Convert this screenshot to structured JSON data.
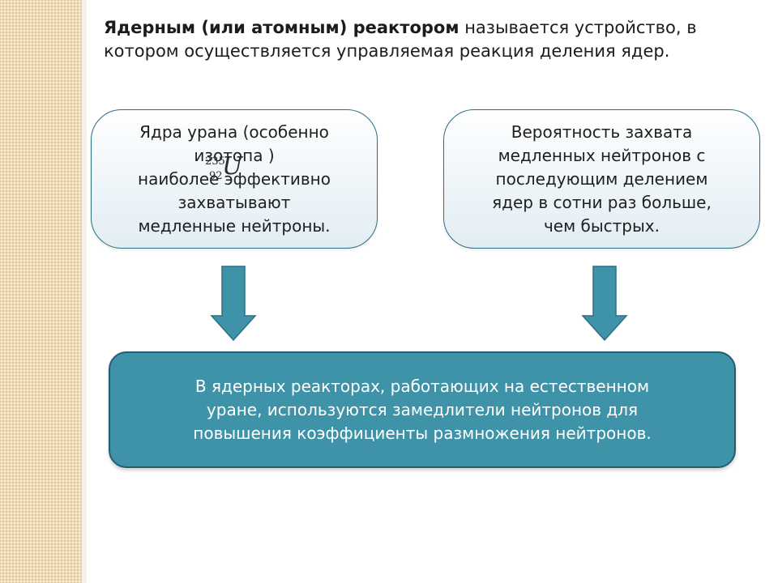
{
  "intro": {
    "bold_term": "Ядерным (или атомным) реактором",
    "rest": " называется устройство, в котором осуществляется управляемая реакция деления ядер."
  },
  "left_card": {
    "text": "Ядра урана (особенно\nизотопа )\nнаиболее эффективно\nзахватывают\nмедленные нейтроны.",
    "isotope": {
      "mass_number": "235",
      "atomic_number": "92",
      "symbol": "U"
    }
  },
  "right_card": {
    "text": "Вероятность захвата\nмедленных нейтронов с\nпоследующим делением\nядер в сотни раз больше,\nчем быстрых."
  },
  "banner": {
    "text": "В ядерных реакторах, работающих на естественном\nуране, используются замедлители нейтронов для\nповышения коэффициенты размножения нейтронов."
  },
  "colors": {
    "accent": "#3f93a8",
    "card_border": "#2a6f84",
    "side_band": "#efdcb7"
  }
}
